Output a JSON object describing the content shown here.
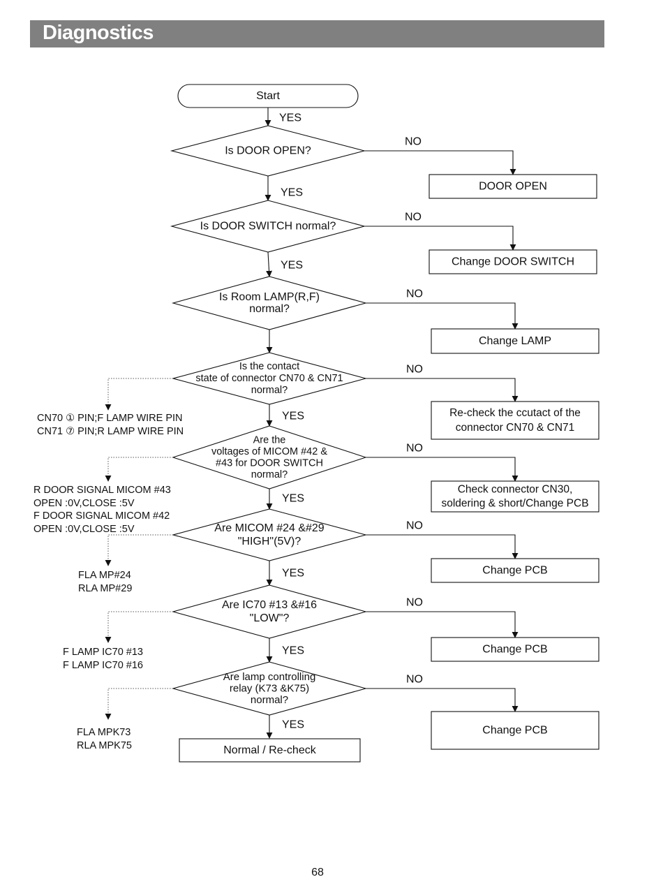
{
  "header": {
    "title": "Diagnostics"
  },
  "flow": {
    "start": "Start",
    "yes": "YES",
    "no": "NO",
    "decisions": [
      {
        "lines": [
          "Is DOOR OPEN?"
        ]
      },
      {
        "lines": [
          "Is DOOR SWITCH normal?"
        ]
      },
      {
        "lines": [
          "Is Room LAMP(R,F)",
          "normal?"
        ]
      },
      {
        "lines": [
          "Is the contact",
          "state of connector CN70 & CN71",
          "normal?"
        ]
      },
      {
        "lines": [
          "Are the",
          "voltages of MICOM #42 &",
          "#43 for DOOR SWITCH",
          "normal?"
        ]
      },
      {
        "lines": [
          "Are MICOM #24 &#29",
          "\"HIGH\"(5V)?"
        ]
      },
      {
        "lines": [
          "Are IC70 #13 &#16",
          "\"LOW\"?"
        ]
      },
      {
        "lines": [
          "Are lamp controlling",
          "relay (K73 &K75)",
          "normal?"
        ]
      }
    ],
    "actions": [
      {
        "lines": [
          "DOOR OPEN"
        ]
      },
      {
        "lines": [
          "Change DOOR SWITCH"
        ]
      },
      {
        "lines": [
          "Change LAMP"
        ]
      },
      {
        "lines": [
          "Re-check the ccutact of the",
          "connector CN70 & CN71"
        ]
      },
      {
        "lines": [
          "Check connector CN30,",
          "soldering & short/Change PCB"
        ]
      },
      {
        "lines": [
          "Change PCB"
        ]
      },
      {
        "lines": [
          "Change PCB"
        ]
      },
      {
        "lines": [
          "Change PCB"
        ]
      }
    ],
    "end": "Normal / Re-check",
    "notes": [
      {
        "lines": [
          "CN70 ① PIN;F LAMP WIRE PIN",
          "CN71 ⑦ PIN;R LAMP WIRE PIN"
        ]
      },
      {
        "lines": [
          "R DOOR SIGNAL MICOM #43",
          "OPEN :0V,CLOSE :5V",
          "F DOOR SIGNAL MICOM #42",
          "OPEN :0V,CLOSE :5V"
        ]
      },
      {
        "lines": [
          "FLA MP#24",
          "RLA MP#29"
        ]
      },
      {
        "lines": [
          "F LAMP IC70 #13",
          "F LAMP IC70 #16"
        ]
      },
      {
        "lines": [
          "FLA MPK73",
          "RLA MPK75"
        ]
      }
    ]
  },
  "footer": {
    "page_number": "68"
  }
}
